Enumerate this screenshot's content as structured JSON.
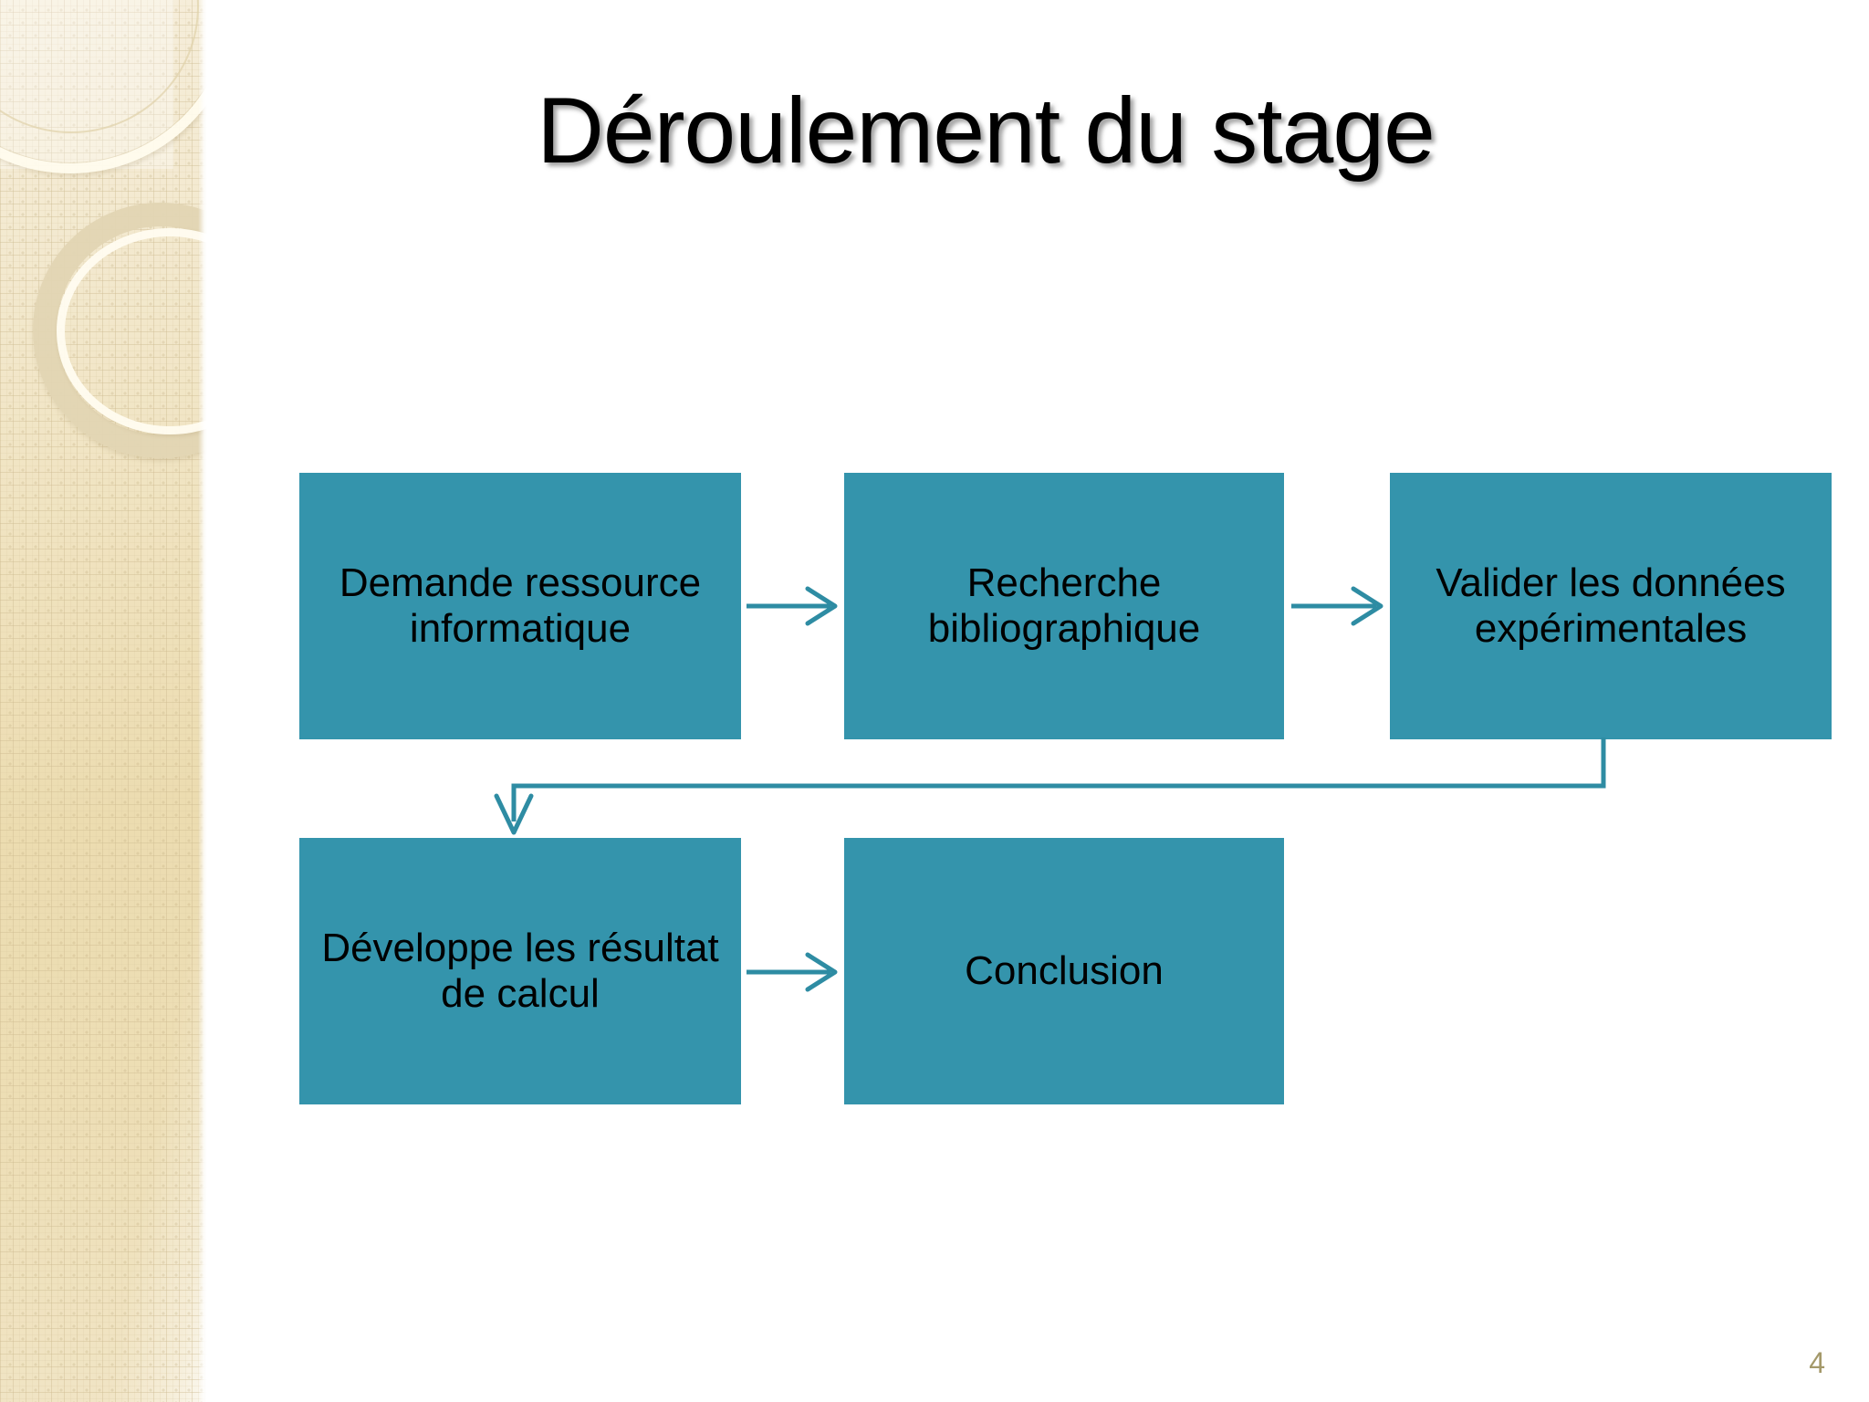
{
  "slide": {
    "title": "Déroulement du stage",
    "page_number": "4",
    "background_color": "#ffffff",
    "accent_color": "#3494ac",
    "connector_color": "#2e8ca3",
    "page_number_color": "#a4996a",
    "band_color": "#f0e3c0"
  },
  "flowchart": {
    "type": "process-flow",
    "boxes": [
      {
        "id": "demande",
        "label": "Demande ressource informatique",
        "row": 1,
        "col": 1
      },
      {
        "id": "recherche",
        "label": "Recherche bibliographique",
        "row": 1,
        "col": 2
      },
      {
        "id": "valider",
        "label": "Valider  les données expérimentales",
        "row": 1,
        "col": 3
      },
      {
        "id": "developpe",
        "label": "Développe les résultat de calcul",
        "row": 2,
        "col": 1
      },
      {
        "id": "conclusion",
        "label": "Conclusion",
        "row": 2,
        "col": 2
      }
    ],
    "connectors": [
      {
        "from": "demande",
        "to": "recherche",
        "style": "straight-right"
      },
      {
        "from": "recherche",
        "to": "valider",
        "style": "straight-right"
      },
      {
        "from": "valider",
        "to": "developpe",
        "style": "elbow-down-left"
      },
      {
        "from": "developpe",
        "to": "conclusion",
        "style": "straight-right"
      }
    ]
  },
  "icons": {
    "arrow_right": "arrow-right-icon",
    "arrow_elbow": "arrow-elbow-icon"
  }
}
